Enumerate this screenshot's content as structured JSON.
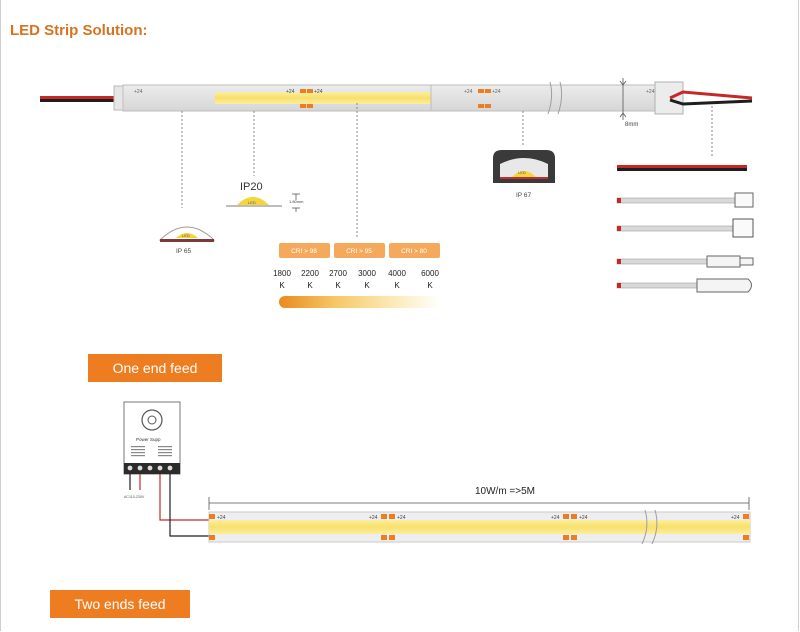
{
  "title": "LED Strip Solution:",
  "strip_top": {
    "voltage_labels": [
      "+24",
      "+24",
      "+24",
      "+24",
      "+24",
      "+24"
    ],
    "width_label": "8mm"
  },
  "profiles": {
    "ip20": {
      "label": "IP20",
      "chip": "LED",
      "thickness": "1.80mm"
    },
    "ip65": {
      "label": "IP 65",
      "chip": "LED"
    },
    "ip67": {
      "label": "IP 67",
      "chip": "LED"
    }
  },
  "cri_badges": [
    "CRI > 98",
    "CRI > 95",
    "CRI > 80"
  ],
  "cct_values": [
    {
      "value": "1800",
      "unit": "K"
    },
    {
      "value": "2200",
      "unit": "K"
    },
    {
      "value": "2700",
      "unit": "K"
    },
    {
      "value": "3000",
      "unit": "K"
    },
    {
      "value": "4000",
      "unit": "K"
    },
    {
      "value": "6000",
      "unit": "K"
    }
  ],
  "one_end_feed": "One end feed",
  "two_ends_feed": "Two ends feed",
  "power_supply": {
    "label": "Power Supp",
    "ac_label": "AC110-230V"
  },
  "bottom_strip": {
    "length_label": "10W/m  =>5M",
    "voltage_labels": [
      "+24",
      "+24",
      "+24",
      "+24",
      "+24",
      "+24"
    ]
  },
  "colors": {
    "accent": "#ee7d22",
    "led_yellow": "#f8e27a",
    "cable_red": "#c62828",
    "cable_black": "#1e1e1e"
  }
}
